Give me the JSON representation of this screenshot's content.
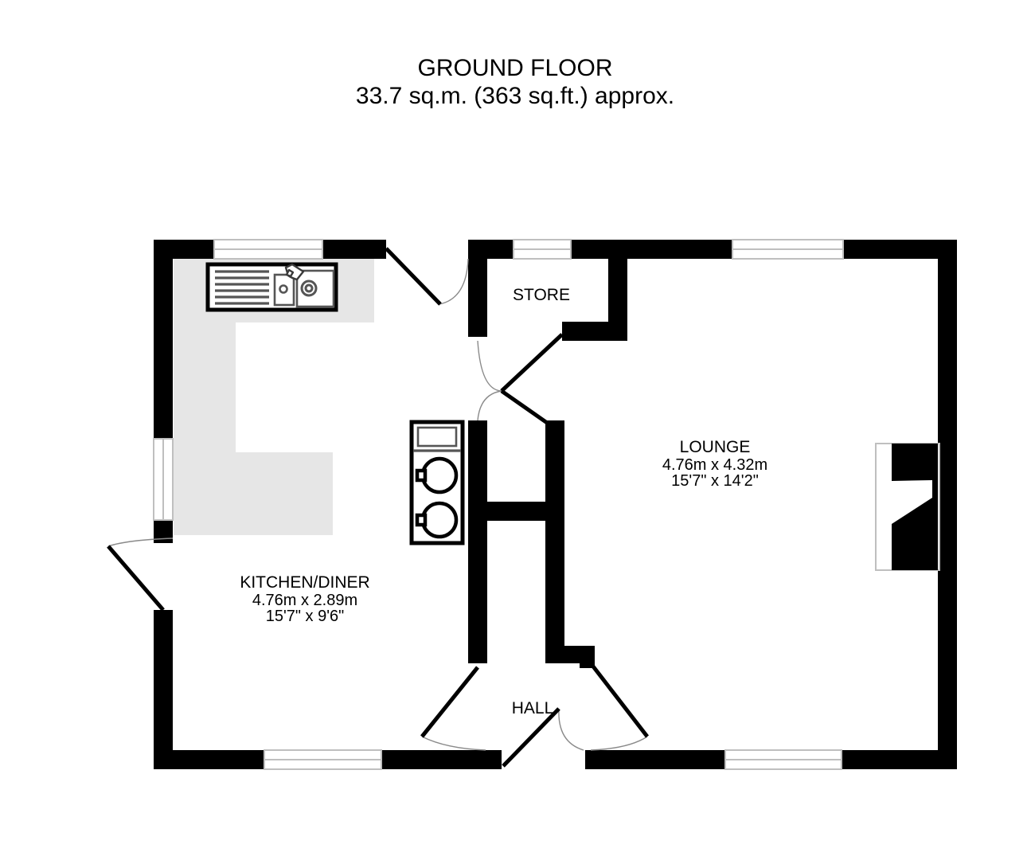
{
  "header": {
    "title": "GROUND FLOOR",
    "area_line": "33.7 sq.m. (363 sq.ft.) approx."
  },
  "rooms": [
    {
      "id": "kitchen-diner",
      "name": "KITCHEN/DINER",
      "dim_metric": "4.76m  x 2.89m",
      "dim_imperial": "15'7\"  x 9'6\""
    },
    {
      "id": "lounge",
      "name": "LOUNGE",
      "dim_metric": "4.76m  x 4.32m",
      "dim_imperial": "15'7\"  x 14'2\""
    },
    {
      "id": "store",
      "name": "STORE",
      "dim_metric": "",
      "dim_imperial": ""
    },
    {
      "id": "hall",
      "name": "HALL",
      "dim_metric": "",
      "dim_imperial": ""
    }
  ],
  "fixtures": [
    {
      "id": "kitchen-sink-unit",
      "label": "sink-with-drainer"
    },
    {
      "id": "appliance-stack",
      "label": "washing-machines"
    }
  ],
  "openings": {
    "windows": [
      {
        "id": "window-kitchen-top",
        "wall": "top-left"
      },
      {
        "id": "window-kitchen-left",
        "wall": "left"
      },
      {
        "id": "window-store-top",
        "wall": "top-middle"
      },
      {
        "id": "window-lounge-top",
        "wall": "top-right"
      },
      {
        "id": "window-lounge-bay",
        "wall": "right"
      },
      {
        "id": "window-kitchen-bottom",
        "wall": "bottom-left"
      },
      {
        "id": "window-lounge-bottom",
        "wall": "bottom-right"
      }
    ],
    "doors": [
      {
        "id": "door-kitchen-external-top"
      },
      {
        "id": "door-kitchen-external-left"
      },
      {
        "id": "door-store"
      },
      {
        "id": "door-hall-to-lounge-upper"
      },
      {
        "id": "door-hall-to-kitchen"
      },
      {
        "id": "door-hall-entrance"
      },
      {
        "id": "door-hall-to-lounge-lower"
      }
    ]
  },
  "colors": {
    "wall": "#000000",
    "floor_fill": "#e6e6e6",
    "window_frame": "#bfbfbf",
    "door_arc": "#8a8a8a",
    "background": "#ffffff"
  }
}
